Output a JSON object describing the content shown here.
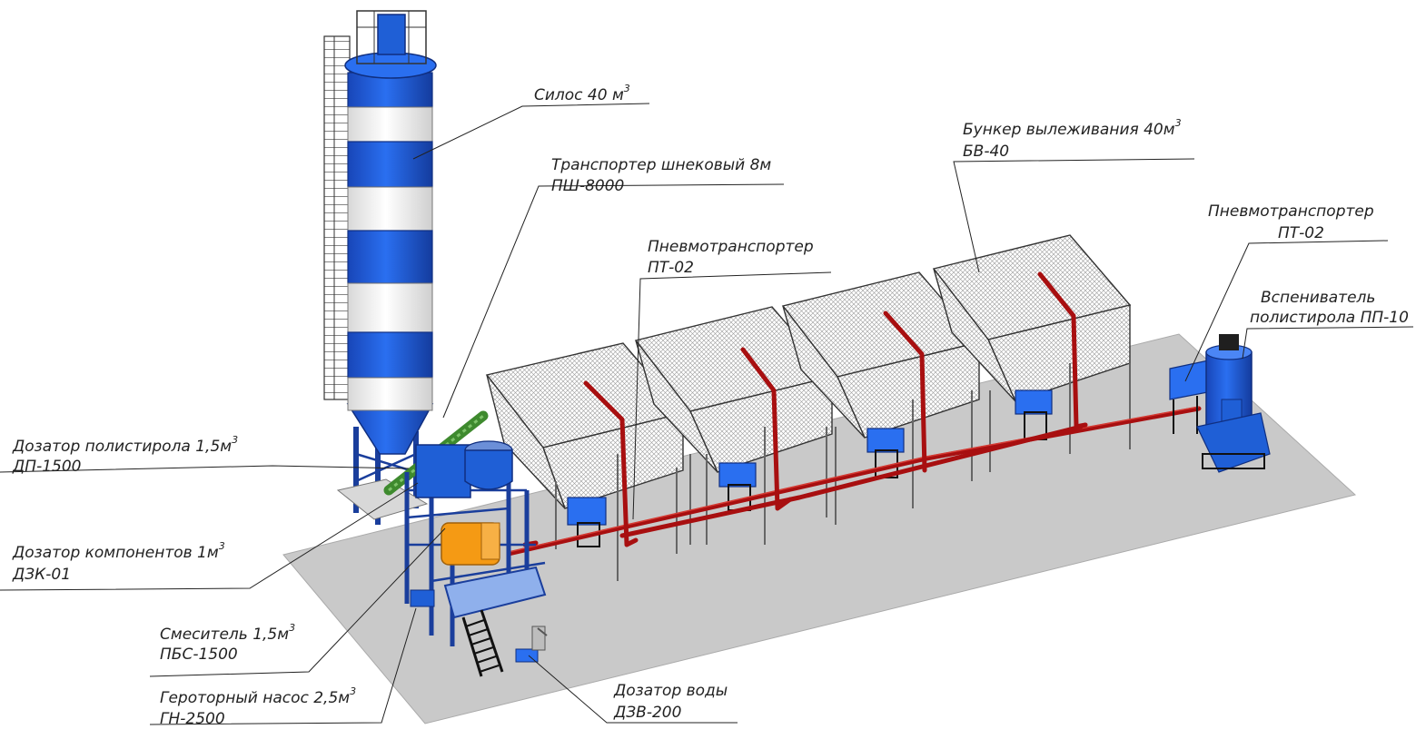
{
  "colors": {
    "floor": "#c9c9c9",
    "equipment_blue": "#1f5fd6",
    "pipe_red": "#a80f10",
    "mixer_orange": "#f59a14",
    "auger_green": "#3e8a2e",
    "silo_white": "#f2f2f2"
  },
  "labels": {
    "silo": {
      "text": "Силос 40 м",
      "sup": "3"
    },
    "auger_1": {
      "text": "Транспортер шнековый 8м"
    },
    "auger_2": {
      "text": "ПШ-8000"
    },
    "pneumo_mid_1": {
      "text": "Пневмотранспортер"
    },
    "pneumo_mid_2": {
      "text": "ПТ-02"
    },
    "bunker_1": {
      "text": "Бункер вылеживания 40м",
      "sup": "3"
    },
    "bunker_2": {
      "text": "БВ-40"
    },
    "pneumo_right_1": {
      "text": "Пневмотранспортер"
    },
    "pneumo_right_2": {
      "text": "ПТ-02"
    },
    "foamer_1": {
      "text": "Вспениватель"
    },
    "foamer_2": {
      "text": "полистирола ПП-10"
    },
    "doser_ps_1": {
      "text": "Дозатор полистирола 1,5м",
      "sup": "3"
    },
    "doser_ps_2": {
      "text": "ДП-1500"
    },
    "doser_comp_1": {
      "text": "Дозатор компонентов 1м",
      "sup": "3"
    },
    "doser_comp_2": {
      "text": "ДЗК-01"
    },
    "mixer_1": {
      "text": "Смеситель 1,5м",
      "sup": "3"
    },
    "mixer_2": {
      "text": "ПБС-1500"
    },
    "pump_1": {
      "text": "Героторный насос 2,5м",
      "sup": "3"
    },
    "pump_2": {
      "text": "ГН-2500"
    },
    "water_1": {
      "text": "Дозатор воды"
    },
    "water_2": {
      "text": "ДЗВ-200"
    }
  }
}
